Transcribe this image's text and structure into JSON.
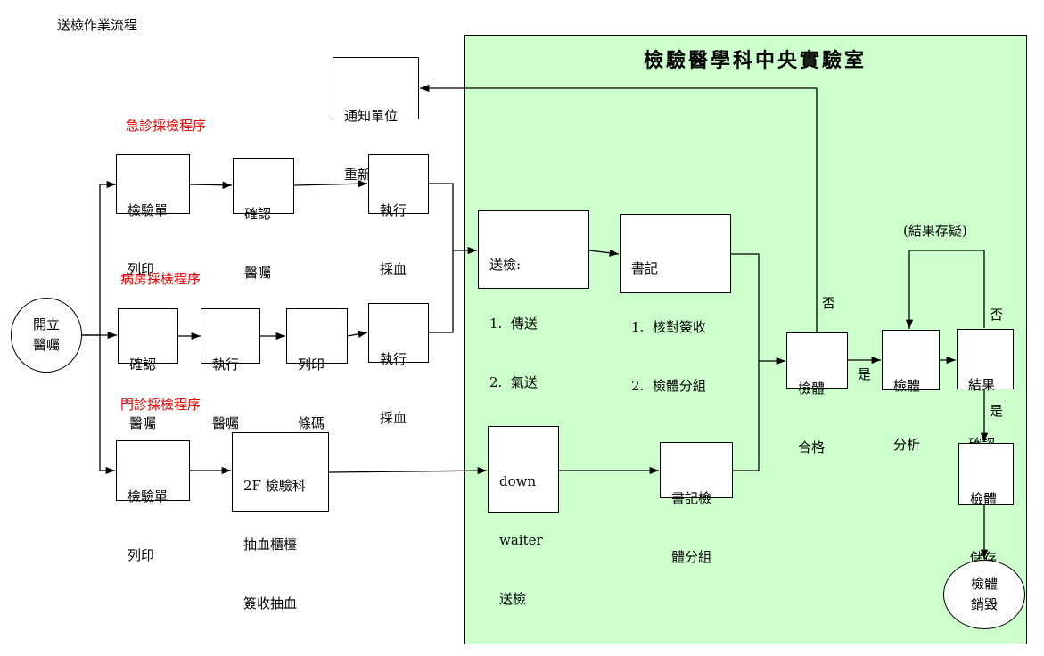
{
  "page_title": "送檢作業流程",
  "lab": {
    "title": "檢驗醫學科中央實驗室",
    "panel_color": "#ccffcc"
  },
  "sections": {
    "emergency": "急診採檢程序",
    "ward": "病房採檢程序",
    "outpatient": "門診採檢程序",
    "color": "#e60000"
  },
  "nodes": {
    "open_order": [
      "開立",
      "醫囑"
    ],
    "notify": [
      "通知單位",
      "重新採檢"
    ],
    "er_print": [
      "檢驗單",
      "列印"
    ],
    "er_confirm": [
      "確認",
      "醫囑"
    ],
    "er_draw": [
      "執行",
      "採血"
    ],
    "ward_confirm": [
      "確認",
      "醫囑"
    ],
    "ward_exec": [
      "執行",
      "醫囑"
    ],
    "ward_barcode": [
      "列印",
      "條碼"
    ],
    "ward_draw": [
      "執行",
      "採血"
    ],
    "op_print": [
      "檢驗單",
      "列印"
    ],
    "op_counter": [
      "2F 檢驗科",
      "抽血櫃檯",
      "簽收抽血"
    ],
    "send": [
      "送檢:",
      "1.  傳送",
      "2.  氣送"
    ],
    "clerk": [
      "書記",
      "1.  核對簽收",
      "2.  檢體分組"
    ],
    "dumbwaiter": [
      "down",
      "waiter",
      "送檢"
    ],
    "clerk_group": [
      "書記檢",
      "體分組"
    ],
    "qualify": [
      "檢體",
      "合格"
    ],
    "analysis": [
      "檢體",
      "分析"
    ],
    "confirm_result": [
      "結果",
      "確認"
    ],
    "storage": [
      "檢體",
      "儲存"
    ],
    "destroy": [
      "檢體",
      "銷毀"
    ]
  },
  "labels": {
    "no_qualify": "否",
    "yes_qualify": "是",
    "doubt": "(結果存疑)",
    "no_confirm": "否",
    "yes_confirm": "是"
  }
}
